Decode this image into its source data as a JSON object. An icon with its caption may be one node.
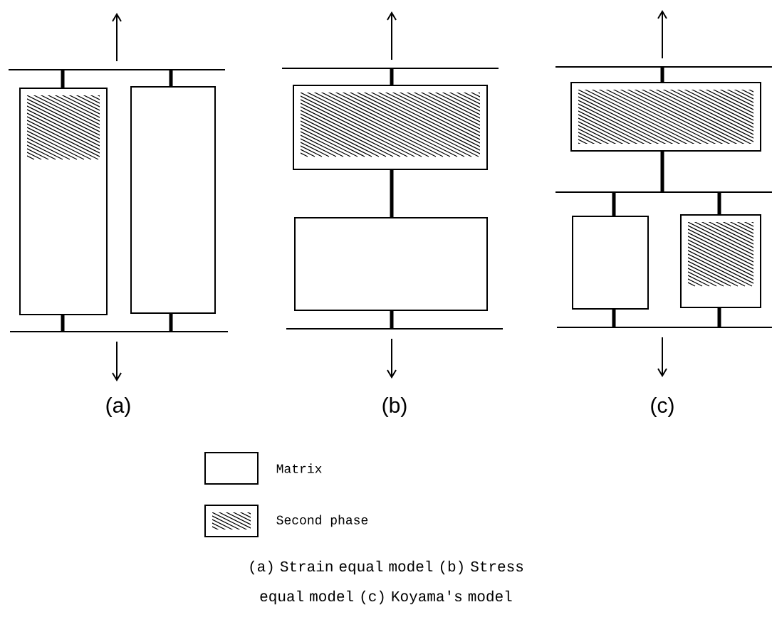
{
  "diagram": {
    "caption": "(a) Strain equal model (b) Stress equal model (c) Koyama's model",
    "labels": [
      "(a)",
      "(b)",
      "(c)"
    ],
    "legend": [
      {
        "text": "Matrix"
      },
      {
        "text": "Second phase"
      }
    ]
  }
}
